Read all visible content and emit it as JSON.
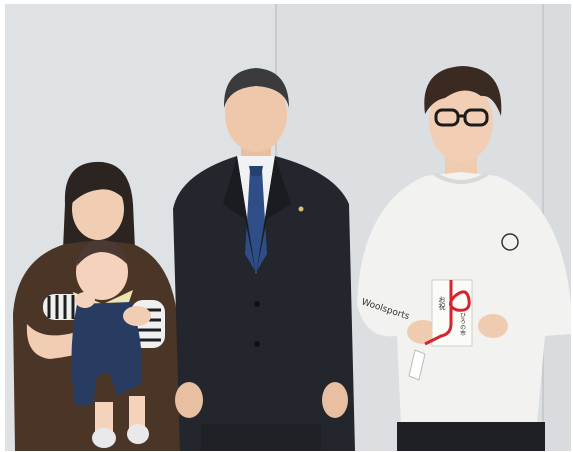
{
  "photo": {
    "envelope": {
      "line1": "お祝",
      "line2": "ひろの市"
    },
    "sweatshirt_text": "Woolsports"
  },
  "colors": {
    "wall": "#d9dde0",
    "wall_light": "#e4e7e9",
    "suit": "#23262c",
    "tie": "#2f4d86",
    "white_sweatshirt": "#f2f2f0",
    "brown_dress": "#4b3527",
    "baby_overall": "#283b61",
    "ribbon_red": "#d6242c"
  }
}
